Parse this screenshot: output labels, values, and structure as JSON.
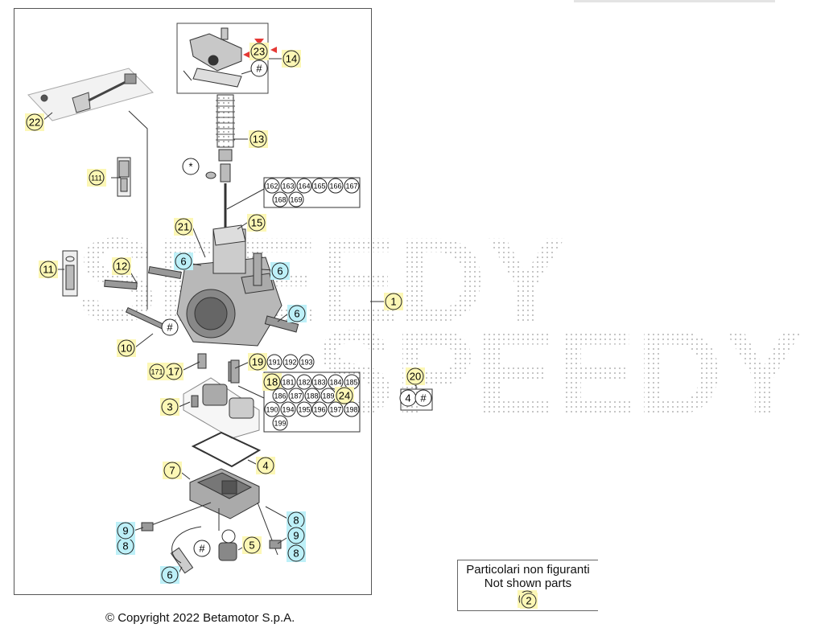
{
  "callouts": [
    {
      "id": "c1",
      "text": "1",
      "style": "yellow"
    },
    {
      "id": "c2",
      "text": "2",
      "style": "yellow"
    },
    {
      "id": "c3",
      "text": "3",
      "style": "yellow"
    },
    {
      "id": "c4",
      "text": "4",
      "style": "yellow"
    },
    {
      "id": "c5",
      "text": "5",
      "style": "yellow"
    },
    {
      "id": "c6a",
      "text": "6",
      "style": "blue"
    },
    {
      "id": "c6b",
      "text": "6",
      "style": "blue"
    },
    {
      "id": "c6c",
      "text": "6",
      "style": "blue"
    },
    {
      "id": "c6d",
      "text": "6",
      "style": "blue"
    },
    {
      "id": "c7",
      "text": "7",
      "style": "yellow"
    },
    {
      "id": "c8a",
      "text": "8",
      "style": "blue"
    },
    {
      "id": "c8b",
      "text": "8",
      "style": "blue"
    },
    {
      "id": "c8c",
      "text": "8",
      "style": "blue"
    },
    {
      "id": "c9a",
      "text": "9",
      "style": "blue"
    },
    {
      "id": "c9b",
      "text": "9",
      "style": "blue"
    },
    {
      "id": "c10",
      "text": "10",
      "style": "yellow"
    },
    {
      "id": "c11",
      "text": "11",
      "style": "yellow"
    },
    {
      "id": "c12",
      "text": "12",
      "style": "yellow"
    },
    {
      "id": "c13",
      "text": "13",
      "style": "yellow"
    },
    {
      "id": "c14",
      "text": "14",
      "style": "yellow"
    },
    {
      "id": "c15",
      "text": "15",
      "style": "yellow"
    },
    {
      "id": "c17",
      "text": "17",
      "style": "yellow"
    },
    {
      "id": "c19",
      "text": "19",
      "style": "yellow"
    },
    {
      "id": "c20",
      "text": "20",
      "style": "yellow"
    },
    {
      "id": "c21",
      "text": "21",
      "style": "yellow"
    },
    {
      "id": "c22",
      "text": "22",
      "style": "yellow"
    },
    {
      "id": "c23",
      "text": "23",
      "style": "yellow"
    },
    {
      "id": "c111",
      "text": "111",
      "style": "yellow"
    },
    {
      "id": "c171",
      "text": "171",
      "style": "yellow"
    },
    {
      "id": "c4b",
      "text": "4",
      "style": "plain"
    },
    {
      "id": "chashb",
      "text": "#",
      "style": "plain"
    },
    {
      "id": "chash1",
      "text": "#",
      "style": "plain"
    },
    {
      "id": "chash2",
      "text": "#",
      "style": "plain"
    },
    {
      "id": "chash3",
      "text": "#",
      "style": "plain"
    },
    {
      "id": "cstar",
      "text": "*",
      "style": "plain"
    }
  ],
  "group_162": [
    "162",
    "163",
    "164",
    "165",
    "166",
    "167",
    "168",
    "169"
  ],
  "group_18": [
    "18",
    "181",
    "182",
    "183",
    "184",
    "185",
    "186",
    "187",
    "188",
    "189",
    "24",
    "190",
    "194",
    "195",
    "196",
    "197",
    "198",
    "199"
  ],
  "group_19": [
    "191",
    "192",
    "193"
  ],
  "watermark": "SPEEDY",
  "legend": {
    "line1": "Particolari non figuranti",
    "line2": "Not shown parts",
    "item": "2"
  },
  "copyright": "© Copyright 2022 Betamotor S.p.A.",
  "colors": {
    "yellow": "#fcf7b5",
    "blue": "#bdf0f8",
    "marker": "#e53935",
    "line": "#333333"
  }
}
